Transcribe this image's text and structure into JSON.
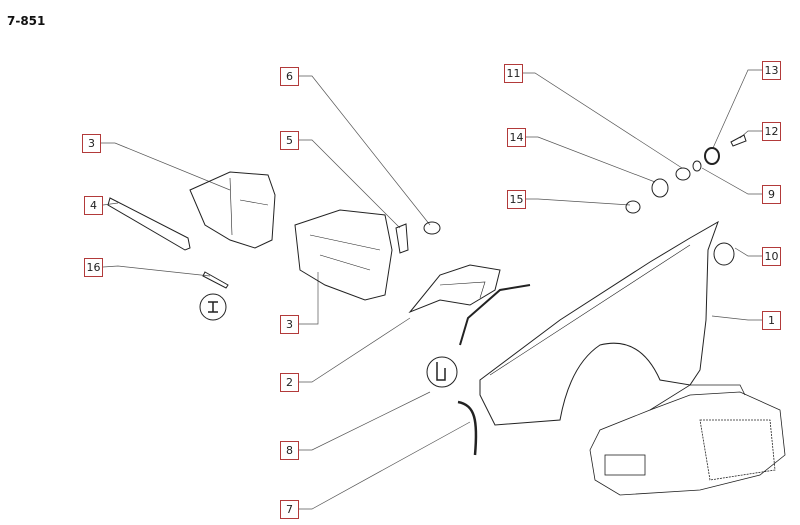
{
  "diagram_ref": "7-851",
  "callouts": {
    "c1": "1",
    "c2": "2",
    "c3a": "3",
    "c3b": "3",
    "c4": "4",
    "c5": "5",
    "c6": "6",
    "c7": "7",
    "c8": "8",
    "c9": "9",
    "c10": "10",
    "c11": "11",
    "c12": "12",
    "c13": "13",
    "c14": "14",
    "c15": "15",
    "c16": "16"
  },
  "colors": {
    "callout_border": "#b23a3a",
    "line": "#333333"
  }
}
